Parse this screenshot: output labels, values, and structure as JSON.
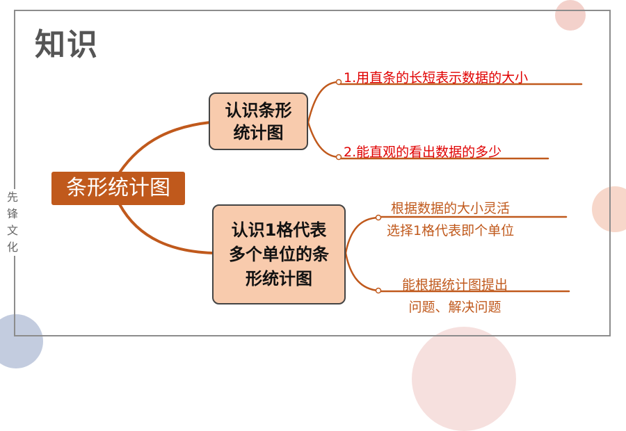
{
  "title": "知识",
  "side_text": [
    "先",
    "锋",
    "文",
    "化"
  ],
  "root": {
    "label": "条形统计图"
  },
  "branches": [
    {
      "label_lines": [
        "认识条形",
        "统计图"
      ],
      "leaves": [
        {
          "text": "1.用直条的长短表示数据的大小",
          "color": "#e00000"
        },
        {
          "text": "2.能直观的看出数据的多少",
          "color": "#e00000"
        }
      ]
    },
    {
      "label_lines": [
        "认识1格代表",
        "多个单位的条",
        "形统计图"
      ],
      "leaves": [
        {
          "text_lines": [
            "根据数据的大小灵活",
            "选择1格代表即个单位"
          ],
          "color": "#c0591c"
        },
        {
          "text_lines": [
            "能根据统计图提出",
            "问题、解决问题"
          ],
          "color": "#c0591c"
        }
      ]
    }
  ],
  "colors": {
    "accent": "#c0591c",
    "node_fill": "#f8cbad"
  }
}
